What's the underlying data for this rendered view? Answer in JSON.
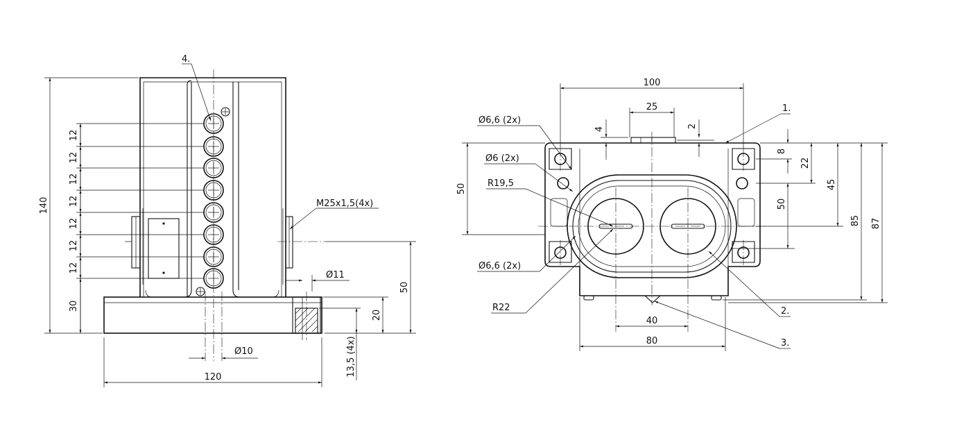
{
  "colors": {
    "line": "#111111",
    "background": "#ffffff"
  },
  "side_view": {
    "label_4": "4.",
    "dim_140": "140",
    "dim_12": "12",
    "dim_30": "30",
    "thread": "M25x1,5(4x)",
    "dia_11": "Ø11",
    "dim_50": "50",
    "dim_20": "20",
    "dim_13_5": "13,5 (4x)",
    "dia_10": "Ø10",
    "dim_120": "120"
  },
  "top_view": {
    "dim_100": "100",
    "dim_25": "25",
    "dim_4": "4",
    "dim_2": "2",
    "label_1": "1.",
    "hole_66_top": "Ø6,6 (2x)",
    "hole_6": "Ø6 (2x)",
    "r195": "R19,5",
    "dim_50_left": "50",
    "hole_66_bottom": "Ø6,6 (2x)",
    "r22": "R22",
    "dim_8": "8",
    "dim_22": "22",
    "dim_45": "45",
    "dim_50_right": "50",
    "dim_85": "85",
    "dim_87": "87",
    "label_2": "2.",
    "label_3": "3.",
    "dim_40": "40",
    "dim_80": "80"
  }
}
